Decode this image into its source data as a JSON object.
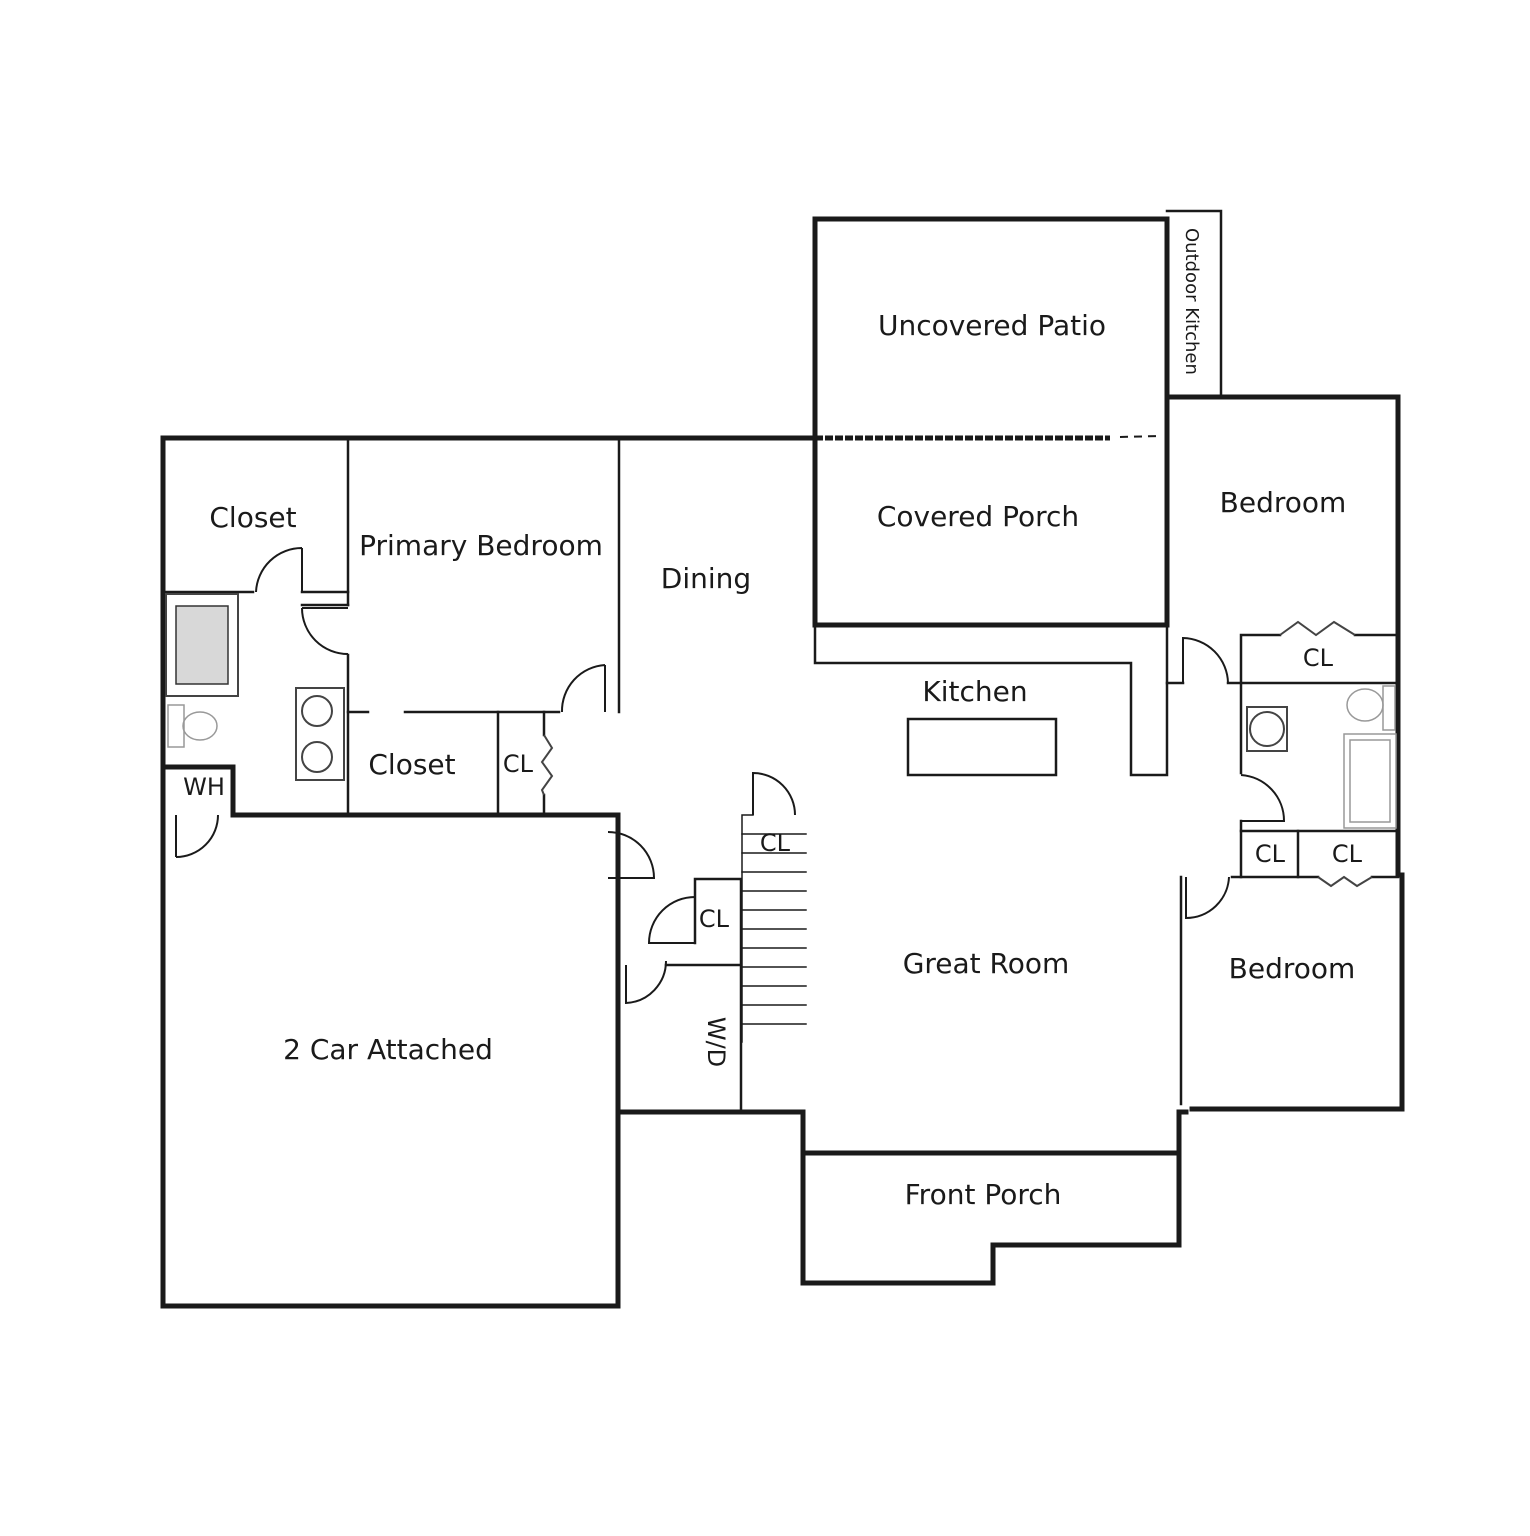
{
  "plan": {
    "rooms": {
      "uncovered_patio": "Uncovered Patio",
      "outdoor_kitchen": "Outdoor Kitchen",
      "covered_porch": "Covered Porch",
      "bedroom_ne": "Bedroom",
      "closet_nw": "Closet",
      "primary_bedroom": "Primary Bedroom",
      "dining": "Dining",
      "kitchen": "Kitchen",
      "closet_primary": "Closet",
      "cl_primary": "CL",
      "wh": "WH",
      "cl_stair": "CL",
      "cl_hall": "CL",
      "wd": "W/D",
      "great_room": "Great Room",
      "garage": "2 Car Attached",
      "front_porch": "Front Porch",
      "cl_bed_ne": "CL",
      "cl_bath_small": "CL",
      "cl_bed_se": "CL",
      "bedroom_se": "Bedroom"
    },
    "colors": {
      "wall": "#1a1a1a",
      "background": "#ffffff"
    }
  }
}
